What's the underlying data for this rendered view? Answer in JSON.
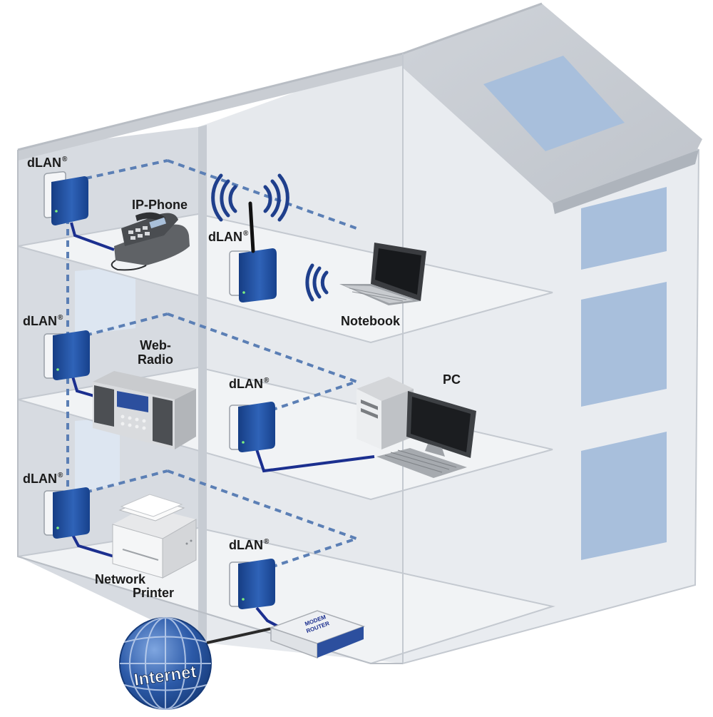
{
  "labels": {
    "dlan_text": "dLAN",
    "registered": "®",
    "ip_phone": "IP-Phone",
    "notebook": "Notebook",
    "web": "Web-",
    "radio": "Radio",
    "pc": "PC",
    "network": "Network",
    "printer": "Printer",
    "internet": "Internet",
    "modem": "MODEM",
    "router": "ROUTER"
  },
  "colors": {
    "adapter_blue": "#1f4e9b",
    "cable_blue": "#1b2f8f",
    "powerline_dash": "#5b7fb5",
    "wall_grey": "#d9dde3",
    "window_blue": "#a8bfdc",
    "globe_blue": "#2c5aa8"
  }
}
